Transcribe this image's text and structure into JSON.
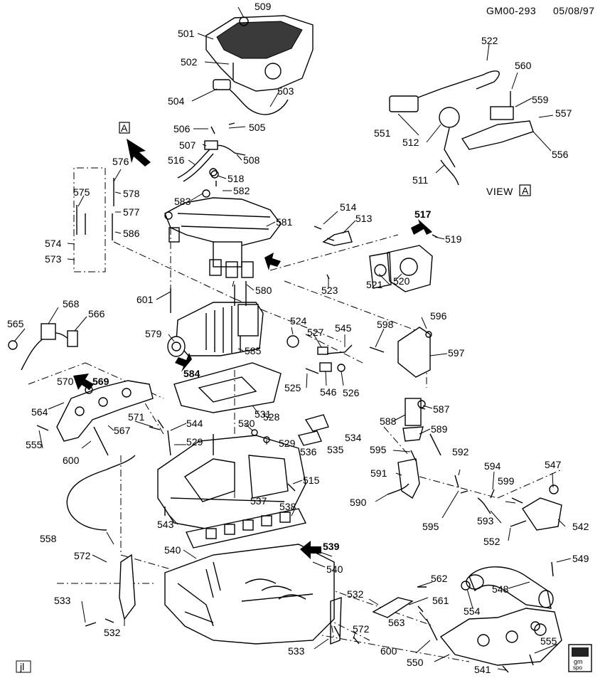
{
  "header": {
    "code": "GM00-293",
    "date": "05/08/97"
  },
  "view_label": {
    "text": "VIEW",
    "box_letter": "A"
  },
  "view_marker_letter": "A",
  "footer": {
    "left_tag": "jl",
    "logo_line1": "gm",
    "logo_line2": "spo"
  },
  "callouts": [
    "501",
    "502",
    "503",
    "504",
    "505",
    "506",
    "507",
    "508",
    "509",
    "511",
    "512",
    "513",
    "514",
    "515",
    "516",
    "517",
    "518",
    "519",
    "520",
    "521",
    "522",
    "523",
    "524",
    "525",
    "526",
    "527",
    "528",
    "529",
    "529",
    "530",
    "531",
    "532",
    "532",
    "533",
    "533",
    "534",
    "535",
    "536",
    "537",
    "538",
    "539",
    "540",
    "540",
    "541",
    "542",
    "543",
    "544",
    "545",
    "546",
    "547",
    "548",
    "549",
    "550",
    "551",
    "552",
    "554",
    "555",
    "555",
    "556",
    "557",
    "558",
    "559",
    "560",
    "561",
    "562",
    "563",
    "564",
    "565",
    "566",
    "567",
    "568",
    "569",
    "570",
    "571",
    "572",
    "572",
    "573",
    "574",
    "575",
    "576",
    "577",
    "578",
    "579",
    "580",
    "581",
    "582",
    "583",
    "584",
    "585",
    "586",
    "587",
    "588",
    "589",
    "590",
    "591",
    "592",
    "593",
    "594",
    "595",
    "595",
    "596",
    "597",
    "598",
    "599",
    "600",
    "600",
    "601"
  ]
}
